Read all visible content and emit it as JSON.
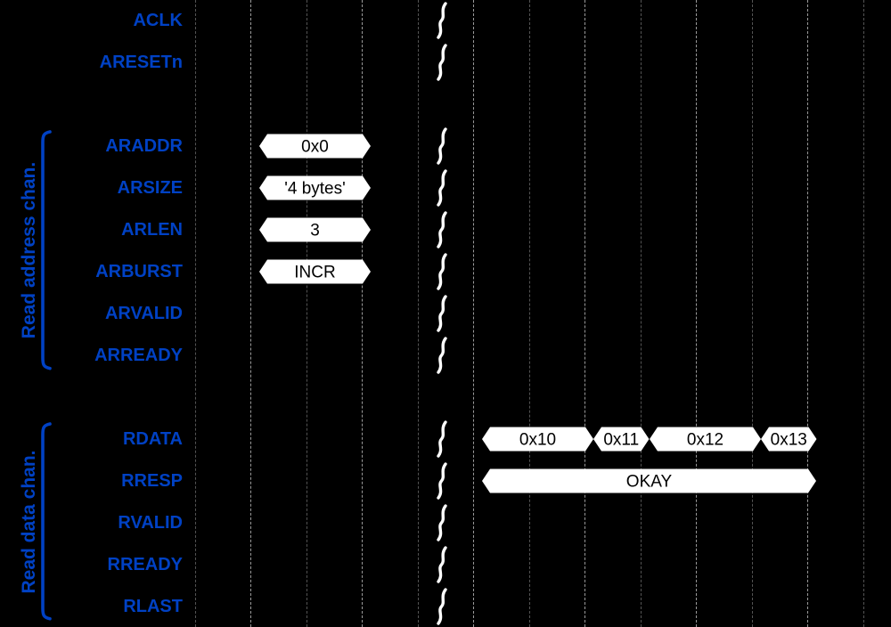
{
  "diagram": {
    "kind": "axi-read-timing-diagram",
    "colors": {
      "background": "#000000",
      "label": "#0041c4",
      "grid": "#9a9a9a",
      "bus_fill": "#ffffff",
      "bus_text": "#000000",
      "gap_mark": "#ffffff"
    },
    "grid_cycles": 13
  },
  "groups": [
    {
      "label": "Read address chan.",
      "first_row": 3,
      "last_row": 8
    },
    {
      "label": "Read data chan.",
      "first_row": 10,
      "last_row": 14
    }
  ],
  "signals": [
    {
      "name": "ACLK",
      "row": 0,
      "gap": true,
      "buses": []
    },
    {
      "name": "ARESETn",
      "row": 1,
      "gap": true,
      "buses": []
    },
    {
      "name": "ARADDR",
      "row": 3,
      "gap": true,
      "buses": [
        {
          "label": "0x0",
          "start": 1,
          "end": 3
        }
      ]
    },
    {
      "name": "ARSIZE",
      "row": 4,
      "gap": true,
      "buses": [
        {
          "label": "'4 bytes'",
          "start": 1,
          "end": 3
        }
      ]
    },
    {
      "name": "ARLEN",
      "row": 5,
      "gap": true,
      "buses": [
        {
          "label": "3",
          "start": 1,
          "end": 3
        }
      ]
    },
    {
      "name": "ARBURST",
      "row": 6,
      "gap": true,
      "buses": [
        {
          "label": "INCR",
          "start": 1,
          "end": 3
        }
      ]
    },
    {
      "name": "ARVALID",
      "row": 7,
      "gap": true,
      "buses": []
    },
    {
      "name": "ARREADY",
      "row": 8,
      "gap": true,
      "buses": []
    },
    {
      "name": "RDATA",
      "row": 10,
      "gap": true,
      "buses": [
        {
          "label": "0x10",
          "start": 5,
          "end": 7
        },
        {
          "label": "0x11",
          "start": 7,
          "end": 8
        },
        {
          "label": "0x12",
          "start": 8,
          "end": 10
        },
        {
          "label": "0x13",
          "start": 10,
          "end": 11
        }
      ]
    },
    {
      "name": "RRESP",
      "row": 11,
      "gap": true,
      "buses": [
        {
          "label": "OKAY",
          "start": 5,
          "end": 11
        }
      ]
    },
    {
      "name": "RVALID",
      "row": 12,
      "gap": true,
      "buses": []
    },
    {
      "name": "RREADY",
      "row": 13,
      "gap": true,
      "buses": []
    },
    {
      "name": "RLAST",
      "row": 14,
      "gap": true,
      "buses": []
    }
  ]
}
